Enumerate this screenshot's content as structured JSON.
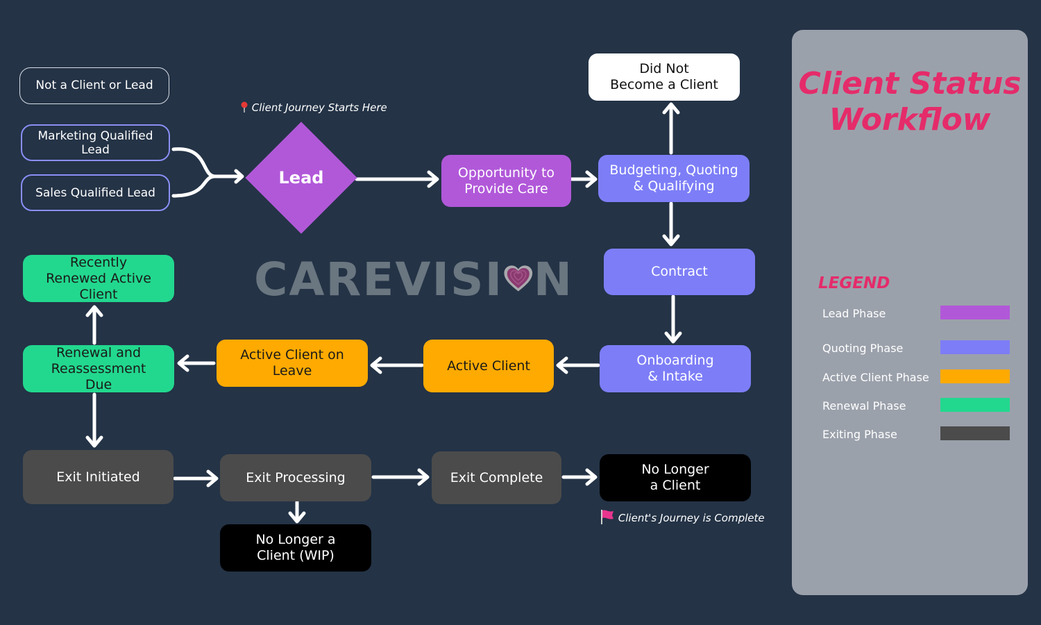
{
  "colors": {
    "background": "#243346",
    "lead_phase": "#b158d9",
    "quoting_phase": "#7d7ef7",
    "active_client_phase": "#ffaa00",
    "renewal_phase": "#22d88e",
    "exiting_phase": "#4b4b4b",
    "final_status": "#000000",
    "title_accent": "#e52b6a"
  },
  "nodes": {
    "not_client": "Not a Client or Lead",
    "mql": "Marketing Qualified\nLead",
    "sql": "Sales Qualified Lead",
    "lead": "Lead",
    "opportunity": "Opportunity to\nProvide Care",
    "budgeting": "Budgeting, Quoting\n& Qualifying",
    "did_not": "Did Not\nBecome a Client",
    "contract": "Contract",
    "onboarding": "Onboarding\n& Intake",
    "active_client": "Active Client",
    "on_leave": "Active Client on\nLeave",
    "renewal_due": "Renewal and\nReassessment\nDue",
    "recently_renewed": "Recently\nRenewed Active\nClient",
    "exit_initiated": "Exit Initiated",
    "exit_processing": "Exit Processing",
    "exit_complete": "Exit Complete",
    "no_longer": "No Longer\na Client",
    "no_longer_wip": "No Longer a\nClient (WIP)"
  },
  "notes": {
    "start_icon": "pin-icon",
    "start": "Client Journey Starts Here",
    "end_icon": "flag-icon",
    "end": "Client's Journey is Complete"
  },
  "brand": {
    "before": "CAREVISI",
    "heart_icon": "heart-icon",
    "after": "N"
  },
  "panel": {
    "title": "Client Status\nWorkflow",
    "legend_title": "LEGEND",
    "legend": [
      {
        "label": "Lead Phase",
        "color": "#b158d9"
      },
      {
        "label": "Quoting Phase",
        "color": "#7d7ef7"
      },
      {
        "label": "Active Client Phase",
        "color": "#ffaa00"
      },
      {
        "label": "Renewal Phase",
        "color": "#22d88e"
      },
      {
        "label": "Exiting Phase",
        "color": "#4b4b4b"
      }
    ]
  }
}
